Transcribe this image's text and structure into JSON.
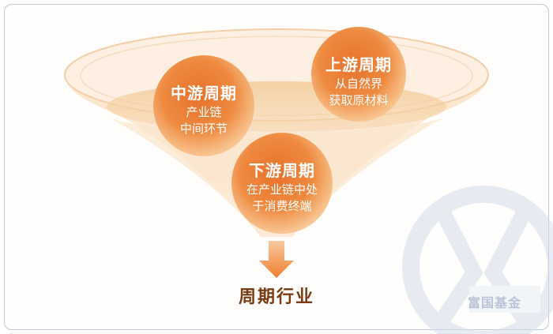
{
  "diagram": {
    "circles": [
      {
        "title": "中游周期",
        "lines": [
          "产业链",
          "中间环节"
        ]
      },
      {
        "title": "上游周期",
        "lines": [
          "从自然界",
          "获取原材料"
        ]
      },
      {
        "title": "下游周期",
        "lines": [
          "在产业链中处",
          "于消费终端"
        ]
      }
    ],
    "result_label": "周期行业"
  },
  "watermark": {
    "text": "富国基金"
  },
  "colors": {
    "funnel": "#f6d6b4",
    "circle_outer": "#f6a25c",
    "circle_inner": "#ea7a2c",
    "arrow": "#f08a3c",
    "result_text": "#7a3a12"
  }
}
